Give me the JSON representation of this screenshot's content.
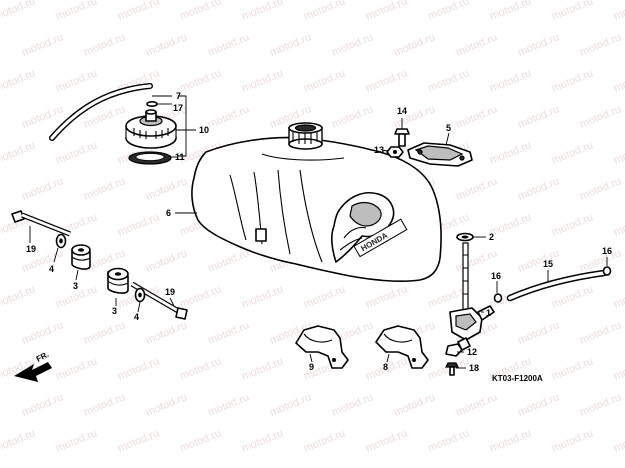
{
  "watermark": "motod.ru",
  "diagram_code": "KT03-F1200A",
  "front_label": "FR.",
  "tank_logo": "HONDA",
  "callouts": {
    "c7": "7",
    "c17": "17",
    "c10": "10",
    "c11": "11",
    "c14": "14",
    "c5": "5",
    "c13": "13",
    "c6": "6",
    "c2": "2",
    "c19a": "19",
    "c4a": "4",
    "c3a": "3",
    "c3b": "3",
    "c4b": "4",
    "c19b": "19",
    "c16a": "16",
    "c15": "15",
    "c16b": "16",
    "c1": "1",
    "c9": "9",
    "c8": "8",
    "c12": "12",
    "c18": "18"
  }
}
